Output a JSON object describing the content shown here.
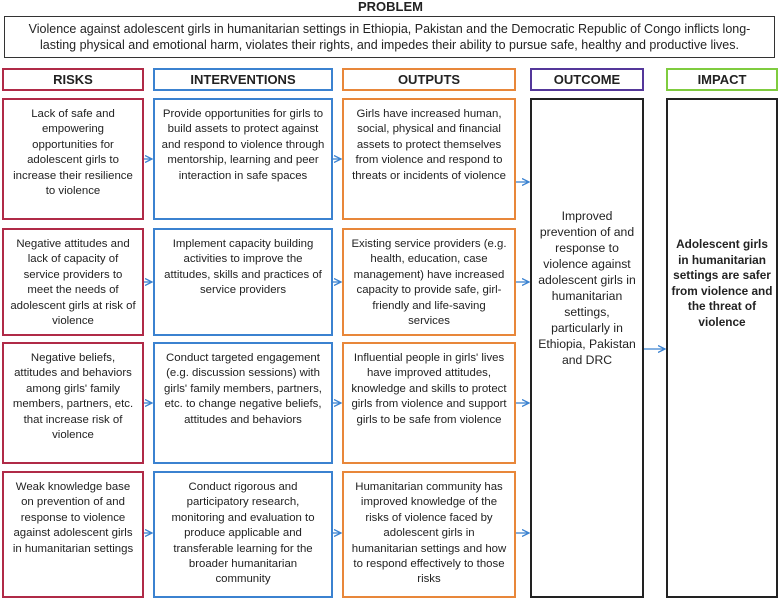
{
  "problem": {
    "title": "PROBLEM",
    "text": "Violence against adolescent girls in humanitarian settings in Ethiopia, Pakistan and the Democratic Republic of Congo inflicts long-lasting physical and emotional harm, violates their rights, and impedes their ability to pursue safe, healthy and productive lives."
  },
  "headers": {
    "risks": "RISKS",
    "interventions": "INTERVENTIONS",
    "outputs": "OUTPUTS",
    "outcome": "OUTCOME",
    "impact": "IMPACT"
  },
  "rows": [
    {
      "risk": "Lack of safe and empowering opportunities for adolescent girls to increase their resilience to violence",
      "intervention": "Provide opportunities for girls to build assets to protect against and respond to violence through mentorship, learning and peer interaction in safe spaces",
      "output": "Girls have increased human, social, physical and financial assets to protect themselves from violence and respond to threats or incidents of violence"
    },
    {
      "risk": "Negative attitudes and lack of capacity of service providers to meet the needs of adolescent girls at risk of violence",
      "intervention": "Implement capacity building activities to improve the attitudes, skills and practices of service providers",
      "output": "Existing service providers (e.g. health, education, case management) have increased capacity to provide safe, girl-friendly and life-saving services"
    },
    {
      "risk": "Negative beliefs, attitudes and behaviors among girls' family members, partners, etc. that increase risk of violence",
      "intervention": "Conduct targeted engagement (e.g. discussion sessions) with girls' family members, partners, etc. to change negative beliefs, attitudes and behaviors",
      "output": "Influential people in girls' lives have improved attitudes, knowledge and skills to protect girls from violence and support girls to be safe from violence"
    },
    {
      "risk": "Weak knowledge base on prevention of and response to violence against adolescent girls in humanitarian settings",
      "intervention": "Conduct rigorous and participatory research, monitoring and evaluation to produce applicable and transferable learning for the broader humanitarian community",
      "output": "Humanitarian community has improved knowledge of the risks of violence faced by adolescent girls in humanitarian settings and how to respond effectively to those risks"
    }
  ],
  "outcome": "Improved prevention of and response to violence against adolescent girls in humanitarian settings, particularly in Ethiopia, Pakistan and DRC",
  "impact": "Adolescent girls in humanitarian settings are safer from violence and the threat of violence",
  "colors": {
    "risks": "#b02a47",
    "interventions": "#3b82d0",
    "outputs": "#e8873a",
    "outcome": "#54379a",
    "impact": "#7fcc3f",
    "arrows": "#3b82d0"
  }
}
